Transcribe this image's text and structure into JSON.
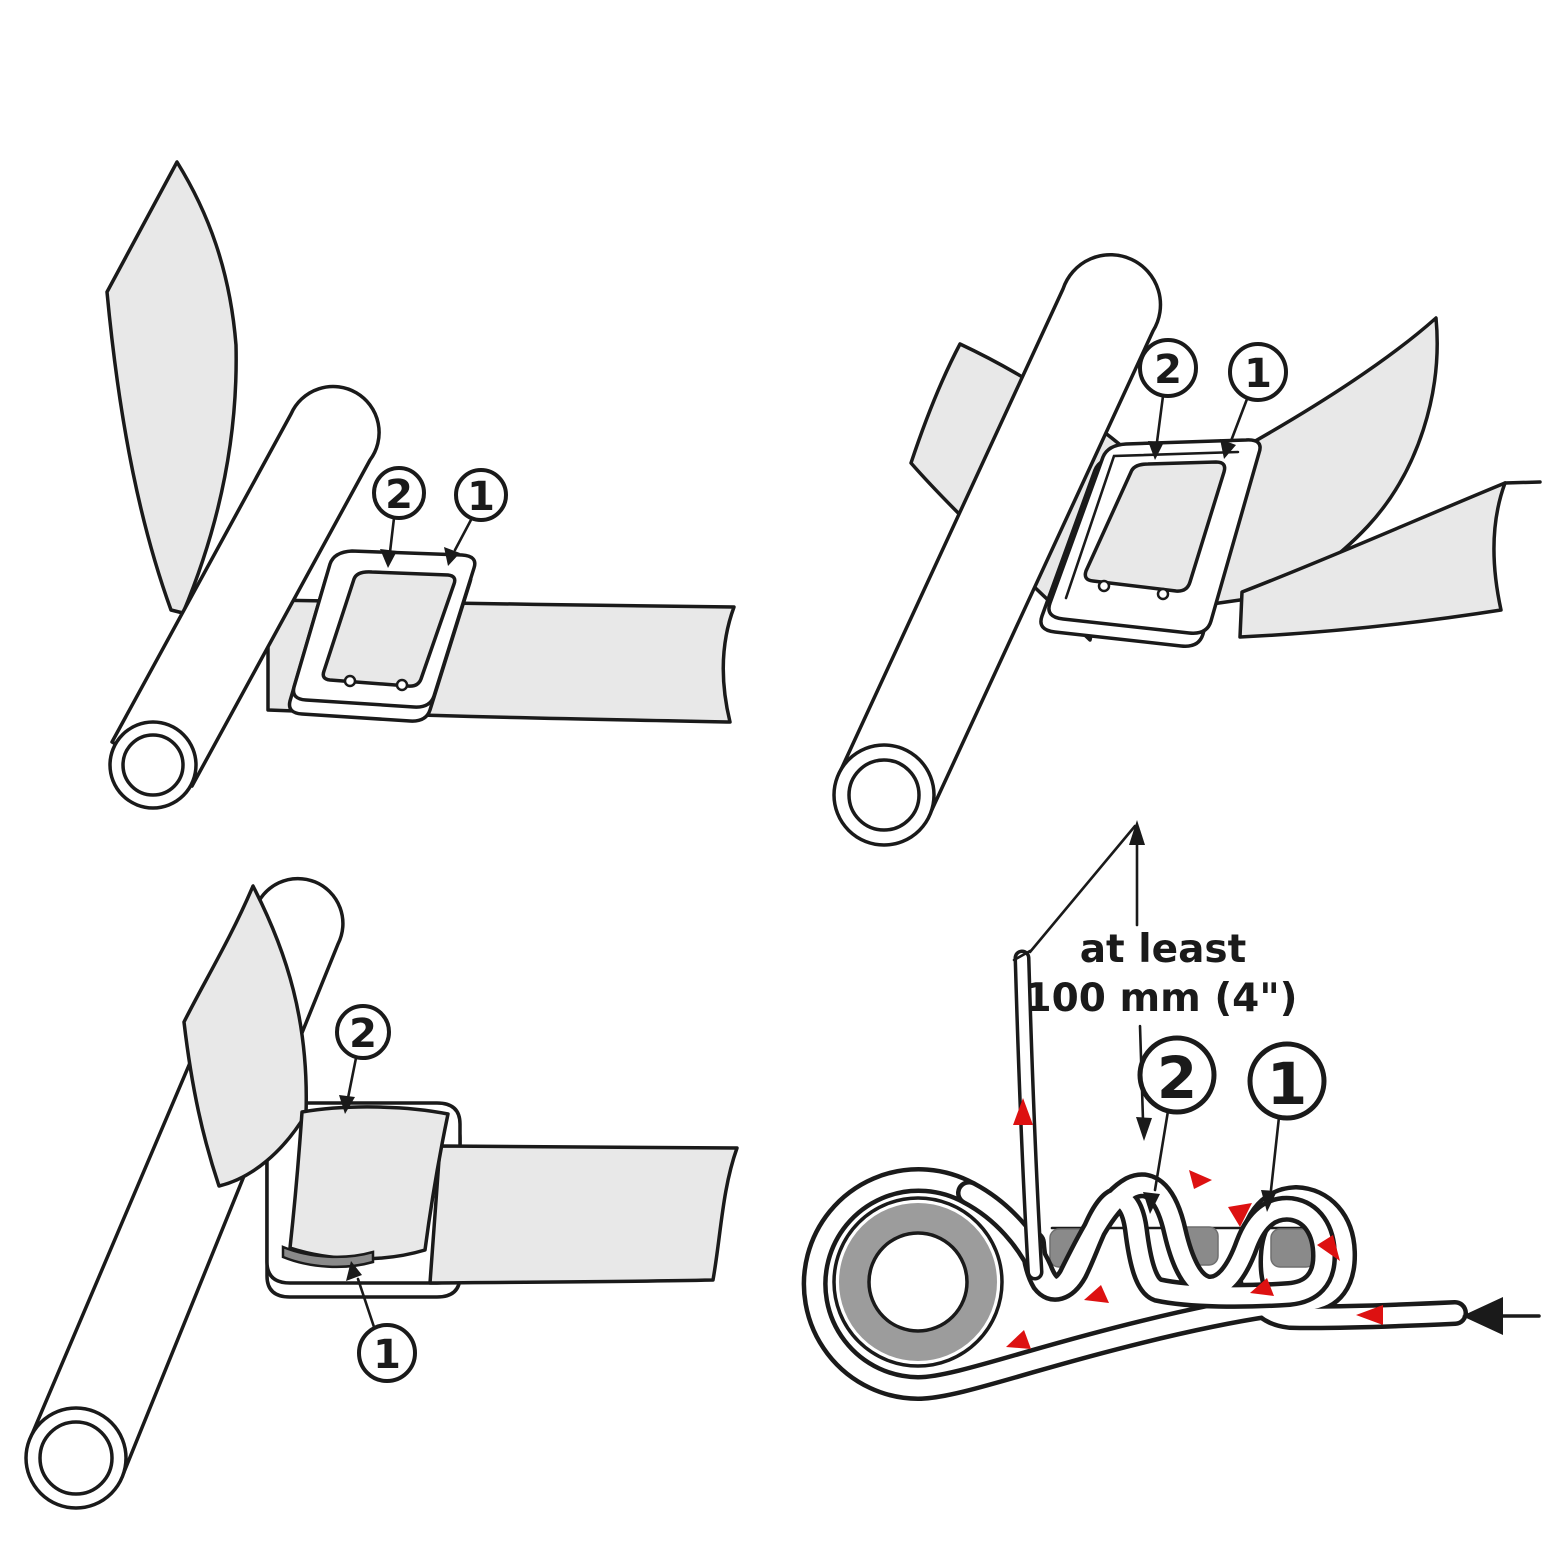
{
  "colors": {
    "background": "#ffffff",
    "line": "#1a1a1a",
    "strap_gray": "#e8e8e8",
    "buckle_bar_gray": "#8a8a8a",
    "tube_ring_gray": "#9c9c9c",
    "flow_arrow_red": "#dd1111"
  },
  "panels": {
    "top_left": {
      "callouts": [
        {
          "text": "2"
        },
        {
          "text": "1"
        }
      ]
    },
    "top_right": {
      "callouts": [
        {
          "text": "2"
        },
        {
          "text": "1"
        }
      ]
    },
    "bottom_left": {
      "callouts": [
        {
          "text": "2"
        },
        {
          "text": "1"
        }
      ]
    },
    "bottom_right": {
      "callouts": [
        {
          "text": "2"
        },
        {
          "text": "1"
        }
      ],
      "dimension_note": {
        "line1": "at least",
        "line2": "100 mm  (4\")"
      }
    }
  }
}
